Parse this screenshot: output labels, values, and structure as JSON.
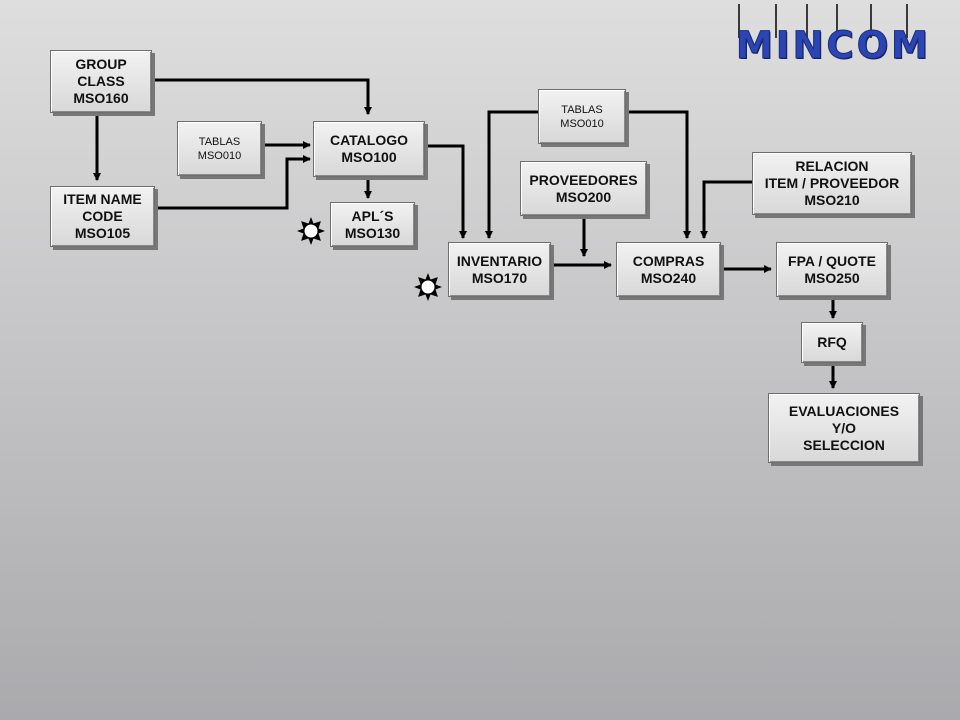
{
  "logo": {
    "text": "MINCOM"
  },
  "boxes": {
    "group_class": [
      "GROUP",
      "CLASS",
      "MSO160"
    ],
    "item_name": [
      "ITEM NAME",
      "CODE",
      "MSO105"
    ],
    "tablas_left": [
      "TABLAS",
      "MSO010"
    ],
    "catalogo": [
      "CATALOGO",
      "MSO100"
    ],
    "apls": [
      "APL´S",
      "MSO130"
    ],
    "tablas_top": [
      "TABLAS",
      "MSO010"
    ],
    "proveedores": [
      "PROVEEDORES",
      "MSO200"
    ],
    "inventario": [
      "INVENTARIO",
      "MSO170"
    ],
    "compras": [
      "COMPRAS",
      "MSO240"
    ],
    "relacion": [
      "RELACION",
      "ITEM / PROVEEDOR",
      "MSO210"
    ],
    "fpa_quote": [
      "FPA / QUOTE",
      "MSO250"
    ],
    "rfq": [
      "RFQ"
    ],
    "evaluaciones": [
      "EVALUACIONES",
      "Y/O",
      "SELECCION"
    ]
  },
  "icons": {
    "status_marker": "sunburst-icon"
  }
}
